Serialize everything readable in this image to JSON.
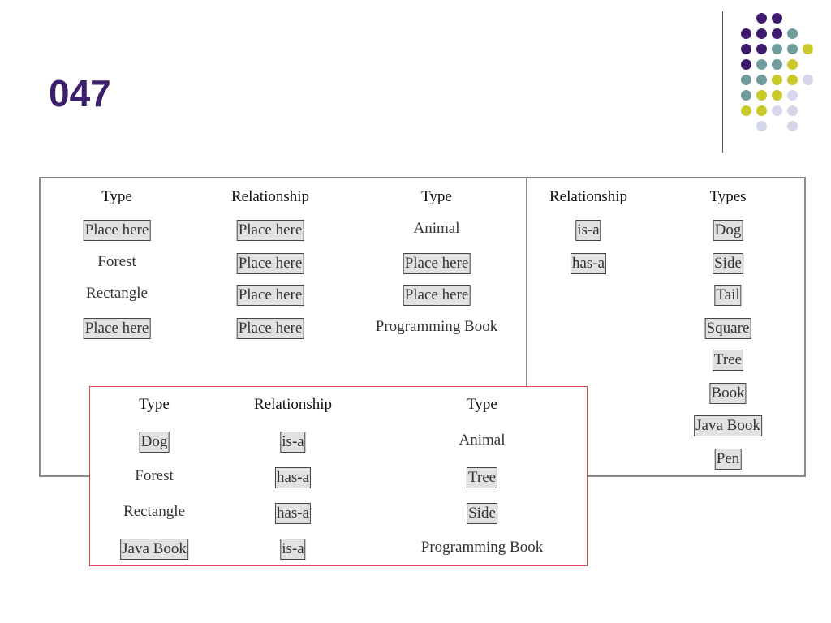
{
  "slide": {
    "title": "047"
  },
  "decoration": {
    "colors": {
      "purple": "#3d1a6b",
      "teal": "#6f9c9c",
      "yellow": "#c9c929",
      "lavender": "#d6d6ea"
    }
  },
  "question_table": {
    "headers": [
      "Type",
      "Relationship",
      "Type"
    ],
    "rows": [
      [
        "Place here",
        "Place here",
        "Animal"
      ],
      [
        "Forest",
        "Place here",
        "Place here"
      ],
      [
        "Rectangle",
        "Place here",
        "Place here"
      ],
      [
        "Place here",
        "Place here",
        "Programming Book"
      ]
    ]
  },
  "options": {
    "relationship_header": "Relationship",
    "types_header": "Types",
    "relationships": [
      "is-a",
      "has-a"
    ],
    "types": [
      "Dog",
      "Side",
      "Tail",
      "Square",
      "Tree",
      "Book",
      "Java Book",
      "Pen"
    ]
  },
  "answer_table": {
    "headers": [
      "Type",
      "Relationship",
      "Type"
    ],
    "rows": [
      [
        "Dog",
        "is-a",
        "Animal"
      ],
      [
        "Forest",
        "has-a",
        "Tree"
      ],
      [
        "Rectangle",
        "has-a",
        "Side"
      ],
      [
        "Java Book",
        "is-a",
        "Programming Book"
      ]
    ]
  }
}
